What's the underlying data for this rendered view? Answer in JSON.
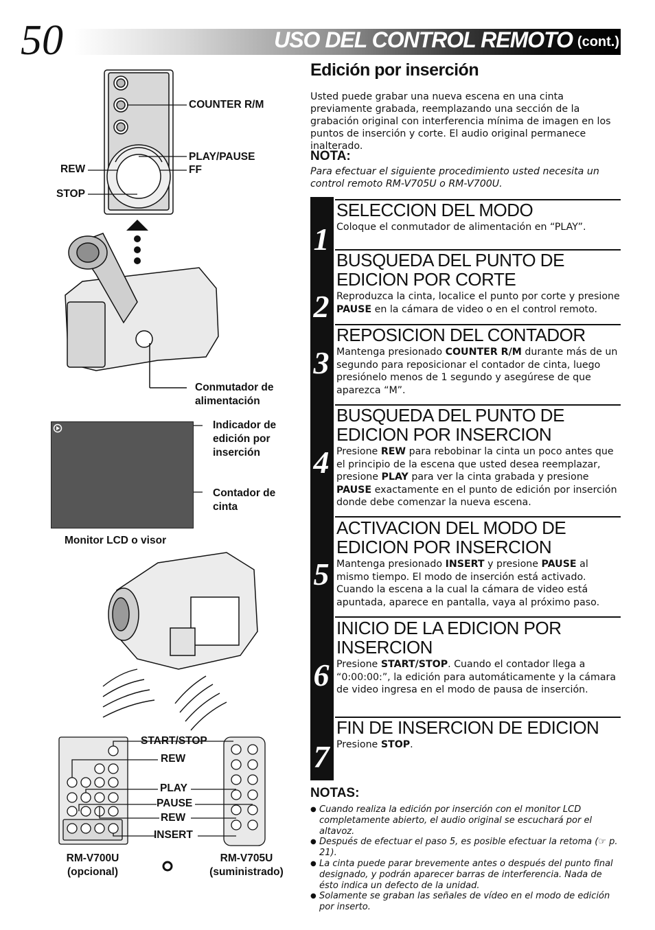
{
  "header": {
    "page_number": "50",
    "title": "USO DEL CONTROL REMOTO",
    "title_suffix": "(cont.)"
  },
  "section": {
    "title": "Edición por inserción",
    "intro": "Usted puede grabar una nueva escena en una cinta previamente grabada, reemplazando una sección de la grabación original con interferencia mínima de imagen en los puntos de inserción y corte. El audio original permanece inalterado.",
    "nota_title": "NOTA:",
    "nota_text": "Para efectuar el siguiente procedimiento usted necesita un control remoto RM-V705U o RM-V700U."
  },
  "steps": [
    {
      "num": "1",
      "title": "SELECCION DEL MODO",
      "body": [
        {
          "t": "Coloque el conmutador de alimentación en “PLAY”."
        }
      ]
    },
    {
      "num": "2",
      "title": "BUSQUEDA DEL PUNTO DE EDICION POR CORTE",
      "body": [
        {
          "t": "Reproduzca la cinta, localice el punto por corte y presione "
        },
        {
          "t": "PAUSE",
          "b": true
        },
        {
          "t": " en la cámara de video o en el control remoto."
        }
      ]
    },
    {
      "num": "3",
      "title": "REPOSICION DEL CONTADOR",
      "body": [
        {
          "t": "Mantenga presionado "
        },
        {
          "t": "COUNTER R/M",
          "b": true
        },
        {
          "t": " durante más de un segundo para reposicionar el contador de cinta, luego presiónelo menos de 1 segundo y asegúrese de que aparezca “M”."
        }
      ]
    },
    {
      "num": "4",
      "title": "BUSQUEDA DEL PUNTO DE EDICION POR INSERCION",
      "body": [
        {
          "t": "Presione "
        },
        {
          "t": "REW",
          "b": true
        },
        {
          "t": " para rebobinar la cinta un poco antes que el principio de la escena que usted desea reemplazar, presione "
        },
        {
          "t": "PLAY",
          "b": true
        },
        {
          "t": " para ver la cinta grabada y presione "
        },
        {
          "t": "PAUSE",
          "b": true
        },
        {
          "t": " exactamente en el punto de edición por inserción donde debe comenzar la nueva escena."
        }
      ]
    },
    {
      "num": "5",
      "title": "ACTIVACION DEL MODO DE EDICION POR INSERCION",
      "body": [
        {
          "t": "Mantenga presionado "
        },
        {
          "t": "INSERT",
          "b": true
        },
        {
          "t": " y presione "
        },
        {
          "t": "PAUSE",
          "b": true
        },
        {
          "t": " al mismo tiempo. El modo de inserción está activado. Cuando la escena a la cual la cámara de video está apuntada, aparece en pantalla, vaya al próximo paso."
        }
      ]
    },
    {
      "num": "6",
      "title": "INICIO DE LA EDICION POR INSERCION",
      "body": [
        {
          "t": "Presione "
        },
        {
          "t": "START/STOP",
          "b": true
        },
        {
          "t": ". Cuando el contador llega a “0:00:00:”, la edición para automáticamente y la cámara de video ingresa en el modo de pausa de inserción."
        }
      ]
    },
    {
      "num": "7",
      "title": "FIN DE INSERCION DE EDICION",
      "body": [
        {
          "t": "Presione "
        },
        {
          "t": "STOP",
          "b": true
        },
        {
          "t": "."
        }
      ]
    }
  ],
  "notas": {
    "title": "NOTAS:",
    "items": [
      "Cuando realiza la edición por inserción con el monitor LCD completamente abierto, el audio original se escuchará por el altavoz.",
      "Después de efectuar el paso 5, es posible efectuar la retoma (☞ p. 21).",
      "La cinta puede parar brevemente antes o después del punto final designado, y podrán aparecer barras de interferencia. Nada de ésto indica un defecto de la unidad.",
      "Solamente se graban las señales de vídeo en el modo de edición por inserto."
    ]
  },
  "figure_labels": {
    "counter_rm": "COUNTER R/M",
    "play_pause": "PLAY/PAUSE",
    "rew": "REW",
    "ff": "FF",
    "stop": "STOP",
    "power_switch": "Conmutador de alimentación",
    "insert_indicator": "Indicador de edición por inserción",
    "tape_counter": "Contador de cinta",
    "monitor": "Monitor LCD o visor",
    "start_stop": "START/STOP",
    "rew2": "REW",
    "play": "PLAY",
    "pause": "PAUSE",
    "rew3": "REW",
    "insert": "INSERT",
    "remote_a": "RM-V700U (opcional)",
    "remote_b": "RM-V705U (suministrado)",
    "or": "o"
  }
}
